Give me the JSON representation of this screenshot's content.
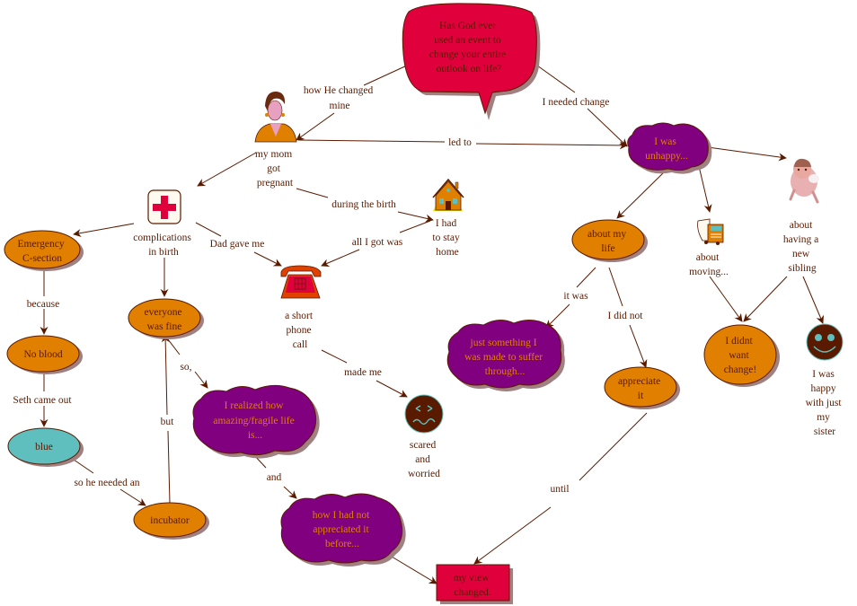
{
  "colors": {
    "line": "#5a1a00",
    "text_dark": "#5a1a00",
    "text_orange": "#e08000",
    "orange_fill": "#e07f00",
    "purple_fill": "#800080",
    "crimson_fill": "#e0003c",
    "teal_fill": "#5fbfbf",
    "shadow": "#a08080",
    "face_fill": "#5a1a00",
    "face_feature": "#5fbfbf"
  },
  "nodes": [
    {
      "id": "question",
      "shape": "speech",
      "lines": [
        "Has God ever",
        "used an event to",
        "change your entire",
        "outlook on life?"
      ]
    },
    {
      "id": "mom",
      "shape": "icon",
      "icon": "woman-icon",
      "lines": [
        "my mom",
        "got",
        "pregnant"
      ]
    },
    {
      "id": "unhappy",
      "shape": "cloud",
      "lines": [
        "I was",
        "unhappy..."
      ]
    },
    {
      "id": "complications",
      "shape": "icon",
      "icon": "red-cross-icon",
      "lines": [
        "complications",
        "in birth"
      ]
    },
    {
      "id": "stay-home",
      "shape": "icon",
      "icon": "house-icon",
      "lines": [
        "I had",
        "to stay",
        "home"
      ]
    },
    {
      "id": "phone",
      "shape": "icon",
      "icon": "telephone-icon",
      "lines": [
        "a short",
        "phone",
        "call"
      ]
    },
    {
      "id": "emergency",
      "shape": "ellipse",
      "lines": [
        "Emergency",
        "C-section"
      ]
    },
    {
      "id": "no-blood",
      "shape": "ellipse",
      "lines": [
        "No blood"
      ]
    },
    {
      "id": "blue",
      "shape": "ellipse-teal",
      "lines": [
        "blue"
      ]
    },
    {
      "id": "incubator",
      "shape": "ellipse",
      "lines": [
        "incubator"
      ]
    },
    {
      "id": "everyone-fine",
      "shape": "ellipse",
      "lines": [
        "everyone",
        "was fine"
      ]
    },
    {
      "id": "realized",
      "shape": "cloud",
      "lines": [
        "I realized how",
        "amazing/fragile life",
        "is..."
      ]
    },
    {
      "id": "not-appreciated",
      "shape": "cloud",
      "lines": [
        "how I had not",
        "appreciated it",
        "before..."
      ]
    },
    {
      "id": "scared",
      "shape": "icon",
      "icon": "worried-face-icon",
      "lines": [
        "scared",
        "and",
        "worried"
      ]
    },
    {
      "id": "view-changed",
      "shape": "rect",
      "lines": [
        "my view",
        "changed."
      ]
    },
    {
      "id": "about-life",
      "shape": "ellipse",
      "lines": [
        "about my",
        "life"
      ]
    },
    {
      "id": "suffer",
      "shape": "cloud",
      "lines": [
        "just something I",
        "was made to suffer",
        "through..."
      ]
    },
    {
      "id": "appreciate",
      "shape": "ellipse",
      "lines": [
        "appreciate",
        "it"
      ]
    },
    {
      "id": "moving",
      "shape": "icon",
      "icon": "moving-truck-icon",
      "lines": [
        "about",
        "moving..."
      ]
    },
    {
      "id": "sibling",
      "shape": "icon",
      "icon": "baby-icon",
      "lines": [
        "about",
        "having a",
        "new",
        "sibling"
      ]
    },
    {
      "id": "didnt-want",
      "shape": "ellipse",
      "lines": [
        "I didnt",
        "want",
        "change!"
      ]
    },
    {
      "id": "happy",
      "shape": "icon",
      "icon": "smiley-face-icon",
      "lines": [
        "I was",
        "happy",
        "with just",
        "my",
        "sister"
      ]
    }
  ],
  "links": [
    {
      "label": [
        "how He changed",
        "mine"
      ]
    },
    {
      "label": [
        "I needed change"
      ]
    },
    {
      "label": [
        "led to"
      ]
    },
    {
      "label": [
        "during the birth"
      ]
    },
    {
      "label": [
        "Dad gave me"
      ]
    },
    {
      "label": [
        "all I got was"
      ]
    },
    {
      "label": [
        "because"
      ]
    },
    {
      "label": [
        "Seth came out"
      ]
    },
    {
      "label": [
        "so he needed an"
      ]
    },
    {
      "label": [
        "but"
      ]
    },
    {
      "label": [
        "so,"
      ]
    },
    {
      "label": [
        "and"
      ]
    },
    {
      "label": [
        "made me"
      ]
    },
    {
      "label": [
        "it was"
      ]
    },
    {
      "label": [
        "I did not"
      ]
    },
    {
      "label": [
        "until"
      ]
    }
  ]
}
